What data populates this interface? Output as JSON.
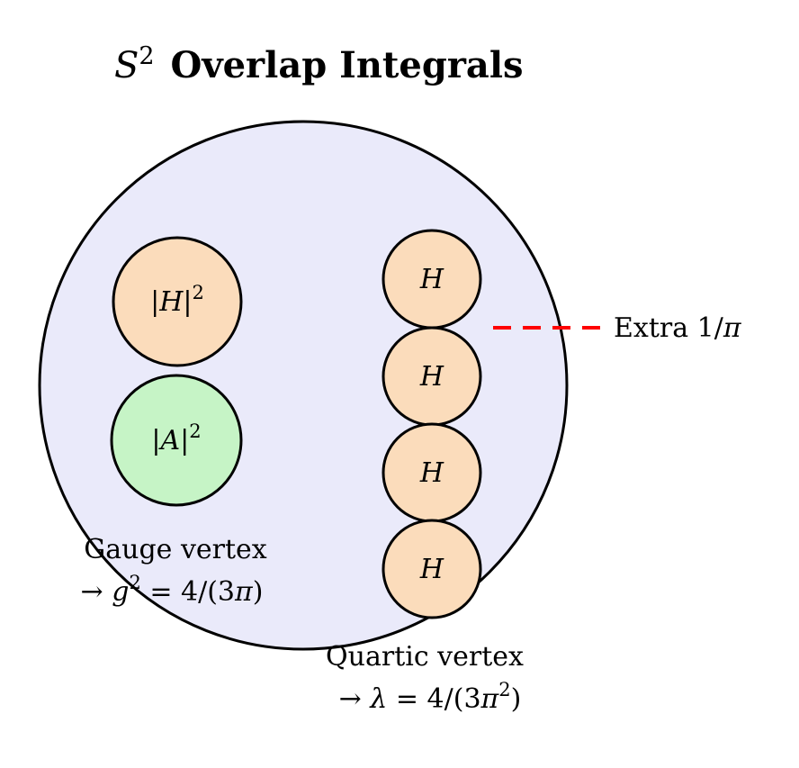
{
  "title": {
    "symbol": "S",
    "exponent": "2",
    "text": " Overlap Integrals"
  },
  "colors": {
    "background": "#FFFFFF",
    "sphere_fill": "#EAEAFA",
    "outline": "#000000",
    "h_circle_fill": "#FBDCBB",
    "a_circle_fill": "#C6F4C6",
    "accent_red": "#FF0000"
  },
  "sphere": {
    "left_column": [
      {
        "base": "|H|",
        "exponent": "2"
      },
      {
        "base": "|A|",
        "exponent": "2"
      }
    ],
    "right_column": {
      "labels": [
        "H",
        "H",
        "H",
        "H"
      ]
    }
  },
  "annotations": {
    "extra": {
      "prefix": "Extra 1/",
      "pi": "π"
    },
    "gauge": {
      "line1": "Gauge vertex",
      "arrow": "→ ",
      "variable": "g",
      "exponent": "2",
      "equals": " = 4/(3",
      "pi": "π",
      "close": ")"
    },
    "quartic": {
      "line1": "Quartic vertex",
      "arrow": "→ ",
      "variable": "λ",
      "equals": " = 4/(3",
      "pi": "π",
      "exponent": "2",
      "close": ")"
    }
  }
}
